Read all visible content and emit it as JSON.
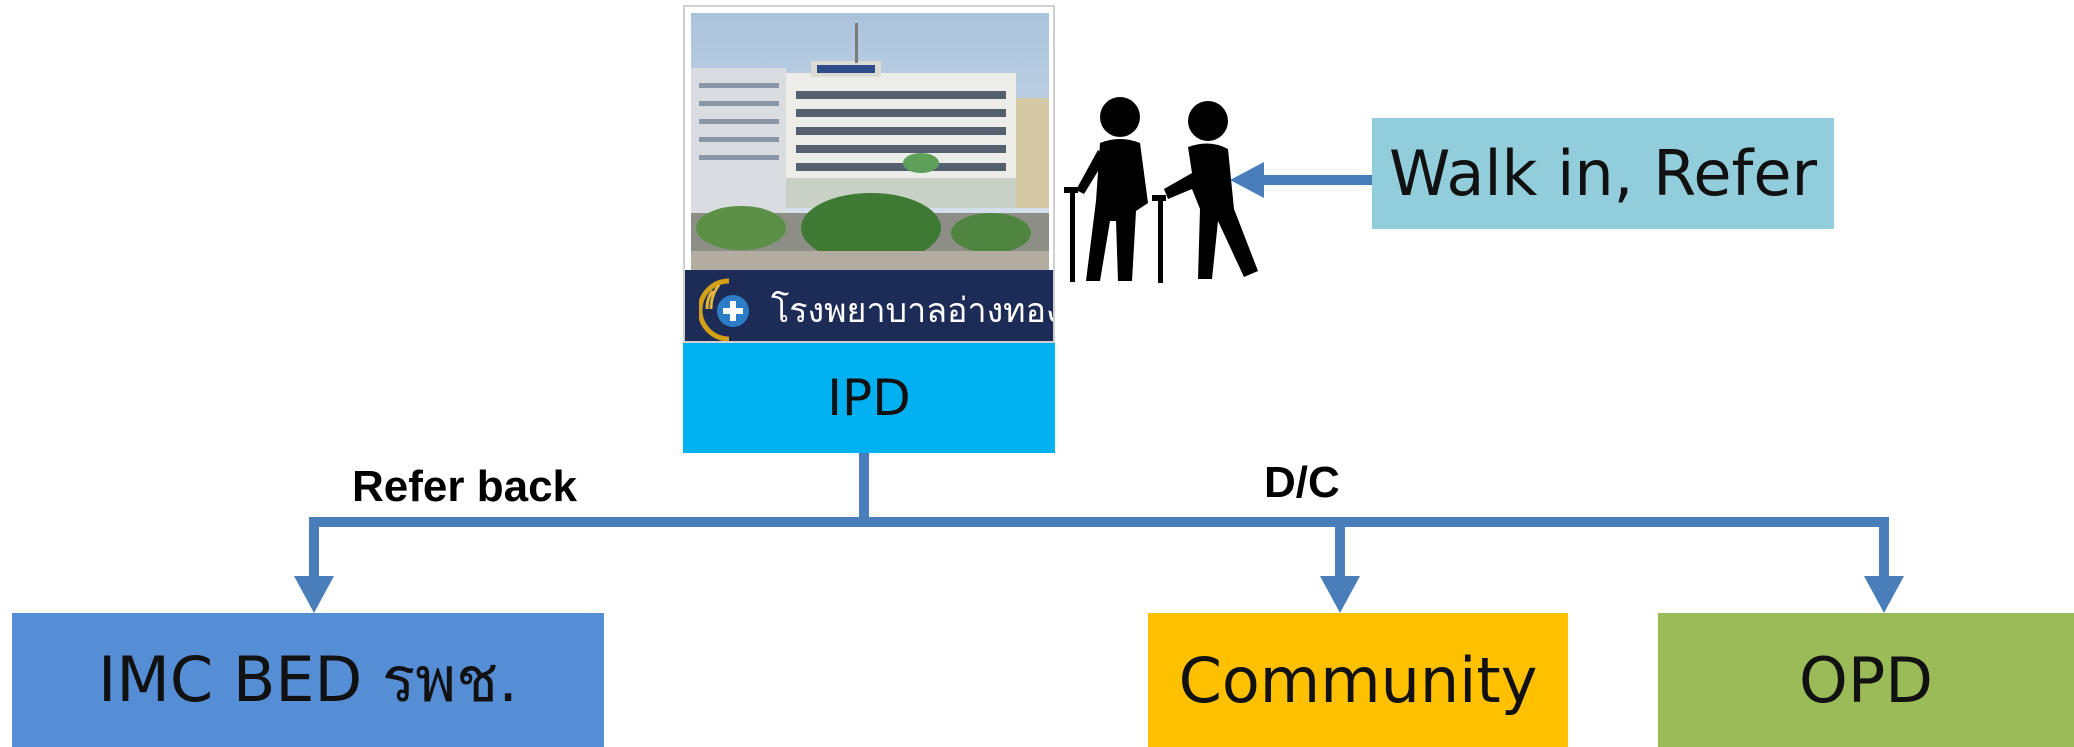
{
  "colors": {
    "connector": "#4a7ebb",
    "ipd": "#00b0f0",
    "walkin": "#92cddc",
    "imc": "#558ed5",
    "community": "#ffc000",
    "opd": "#9bbb59",
    "banner": "#1d2c57"
  },
  "hospital": {
    "banner_text": "โรงพยาบาลอ่างทอง",
    "logo_icon": "hospital-emblem-icon"
  },
  "nodes": {
    "ipd": "IPD",
    "walk_in": "Walk in, Refer",
    "imc_bed": "IMC BED รพช.",
    "community": "Community",
    "opd": "OPD"
  },
  "edges": {
    "refer_back": "Refer back",
    "discharge": "D/C"
  },
  "icons": {
    "patients": "elderly-assisted-walking-icon"
  }
}
